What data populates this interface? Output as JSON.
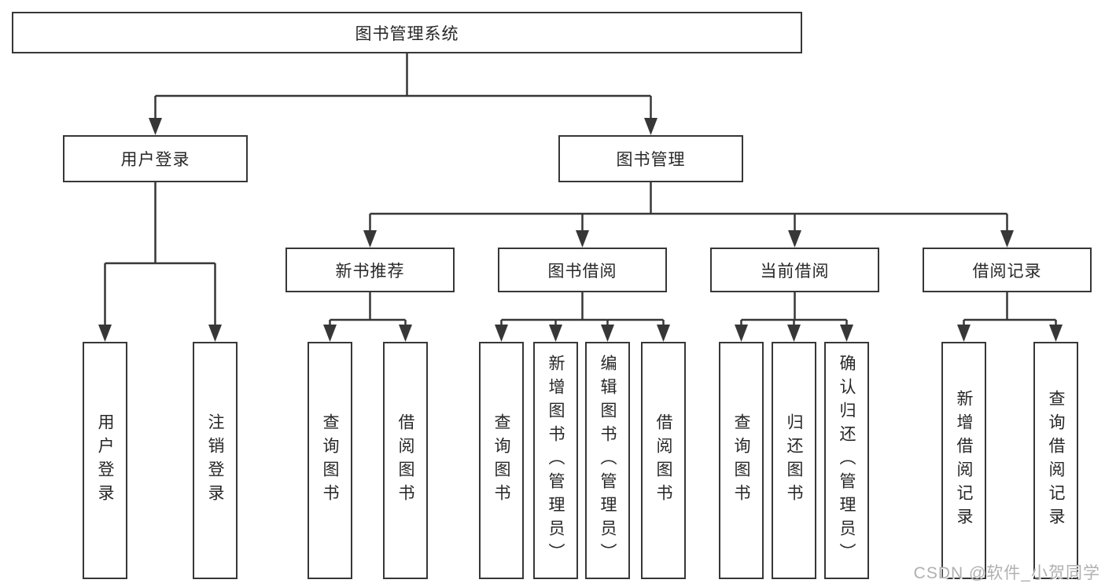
{
  "diagram": {
    "title_node": "图书管理系统",
    "nodes": {
      "root": "图书管理系统",
      "user_login_branch": "用户登录",
      "book_mgmt_branch": "图书管理",
      "new_book_recommend": "新书推荐",
      "book_borrow": "图书借阅",
      "current_borrow": "当前借阅",
      "borrow_records": "借阅记录",
      "leaf_user_login": "用户登录",
      "leaf_logout": "注销登录",
      "leaf_rec_query_books": "查询图书",
      "leaf_rec_borrow_books": "借阅图书",
      "leaf_bb_query_books": "查询图书",
      "leaf_bb_add_books_admin": "新增图书（管理员）",
      "leaf_bb_edit_books_admin": "编辑图书（管理员）",
      "leaf_bb_borrow_books": "借阅图书",
      "leaf_cb_query_books": "查询图书",
      "leaf_cb_return_books": "归还图书",
      "leaf_cb_confirm_return_admin": "确认归还（管理员）",
      "leaf_br_add_record": "新增借阅记录",
      "leaf_br_query_record": "查询借阅记录"
    },
    "colors": {
      "line": "#373737",
      "text": "#272727",
      "background": "#ffffff",
      "watermark": "#b0b0b0"
    }
  },
  "watermark": {
    "text": "CSDN @软件_小贺同学"
  }
}
